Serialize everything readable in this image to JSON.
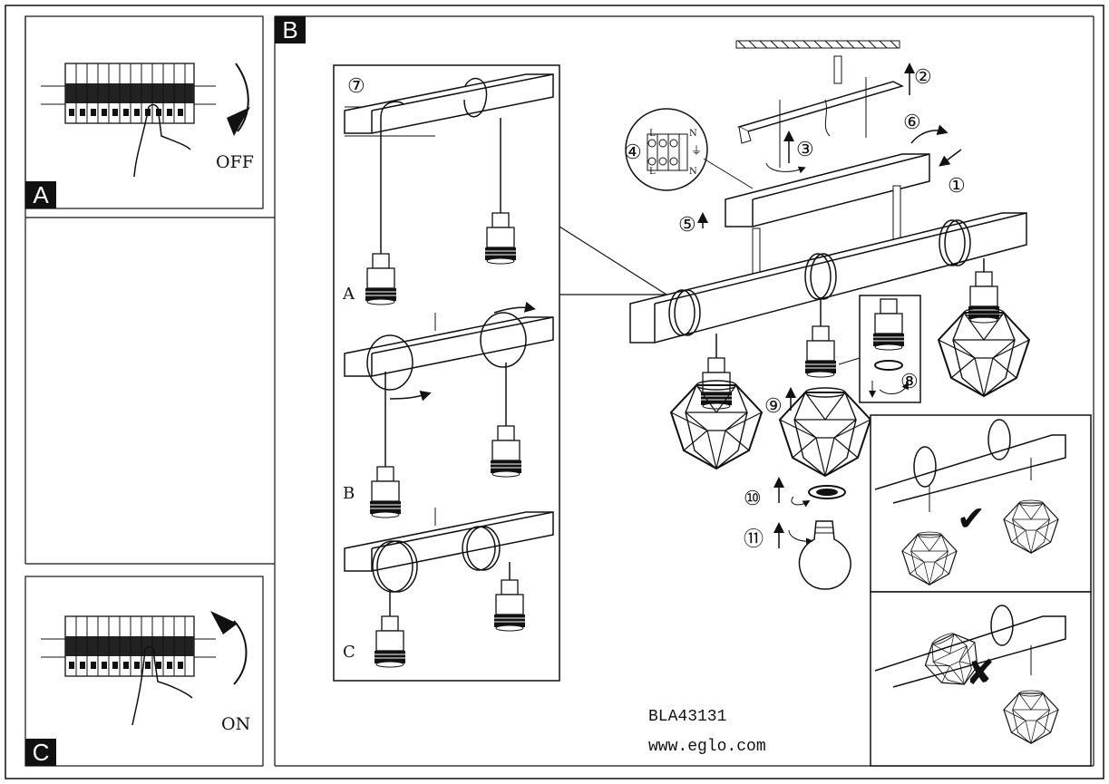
{
  "panels": {
    "a": {
      "tag": "A",
      "caption": "OFF"
    },
    "b": {
      "tag": "B"
    },
    "c": {
      "tag": "C",
      "caption": "ON"
    }
  },
  "steps": {
    "s1": "①",
    "s2": "②",
    "s3": "③",
    "s4": "④",
    "s5": "⑤",
    "s6": "⑥",
    "s7": "⑦",
    "s8": "⑧",
    "s9": "⑨",
    "s10": "⑩",
    "s11": "⑪"
  },
  "variants": {
    "a": "A",
    "b": "B",
    "c": "C"
  },
  "terminal": {
    "l": "L",
    "n": "N",
    "l2": "L",
    "n2": "N",
    "earth": "⏚"
  },
  "footer": {
    "model": "BLA43131",
    "site": "www.eglo.com"
  },
  "marks": {
    "ok": "✔",
    "bad": "✘"
  }
}
